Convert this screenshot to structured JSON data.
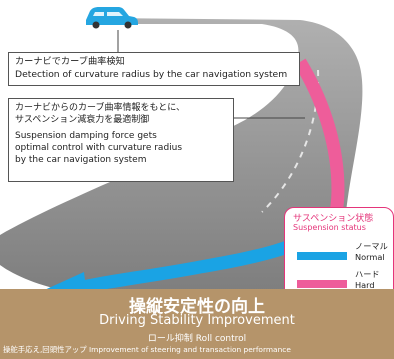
{
  "callouts": [
    {
      "lines": [
        "カーナビでカーブ曲率検知",
        "Detection of curvature radius by the car navigation system"
      ]
    },
    {
      "lines": [
        "カーナビからのカーブ曲率情報をもとに、",
        "サスペンション減衰力を最適制御",
        "Suspension damping force gets",
        "optimal control with curvature radius",
        "by the car navigation system"
      ]
    }
  ],
  "legend": {
    "title_ja": "サスペンション状態",
    "title_en": "Suspension status",
    "items": [
      {
        "label_ja": "ノーマル",
        "label_en": "Normal",
        "color": "#1aa3e4"
      },
      {
        "label_ja": "ハード",
        "label_en": "Hard",
        "color": "#ee5d9a"
      }
    ]
  },
  "banner": {
    "title_ja": "操縦安定性の向上",
    "title_en": "Driving Stability Improvement",
    "subtitle": "ロール抑制 Roll control",
    "description": "操舵手応え,回頭性アップ  Improvement of steering and transaction performance"
  },
  "colors": {
    "road": "#8f8f8f",
    "car": "#25a6e1",
    "normal": "#1aa3e4",
    "hard": "#ee5d9a",
    "accent": "#e4357a",
    "banner": "#b5946a"
  }
}
